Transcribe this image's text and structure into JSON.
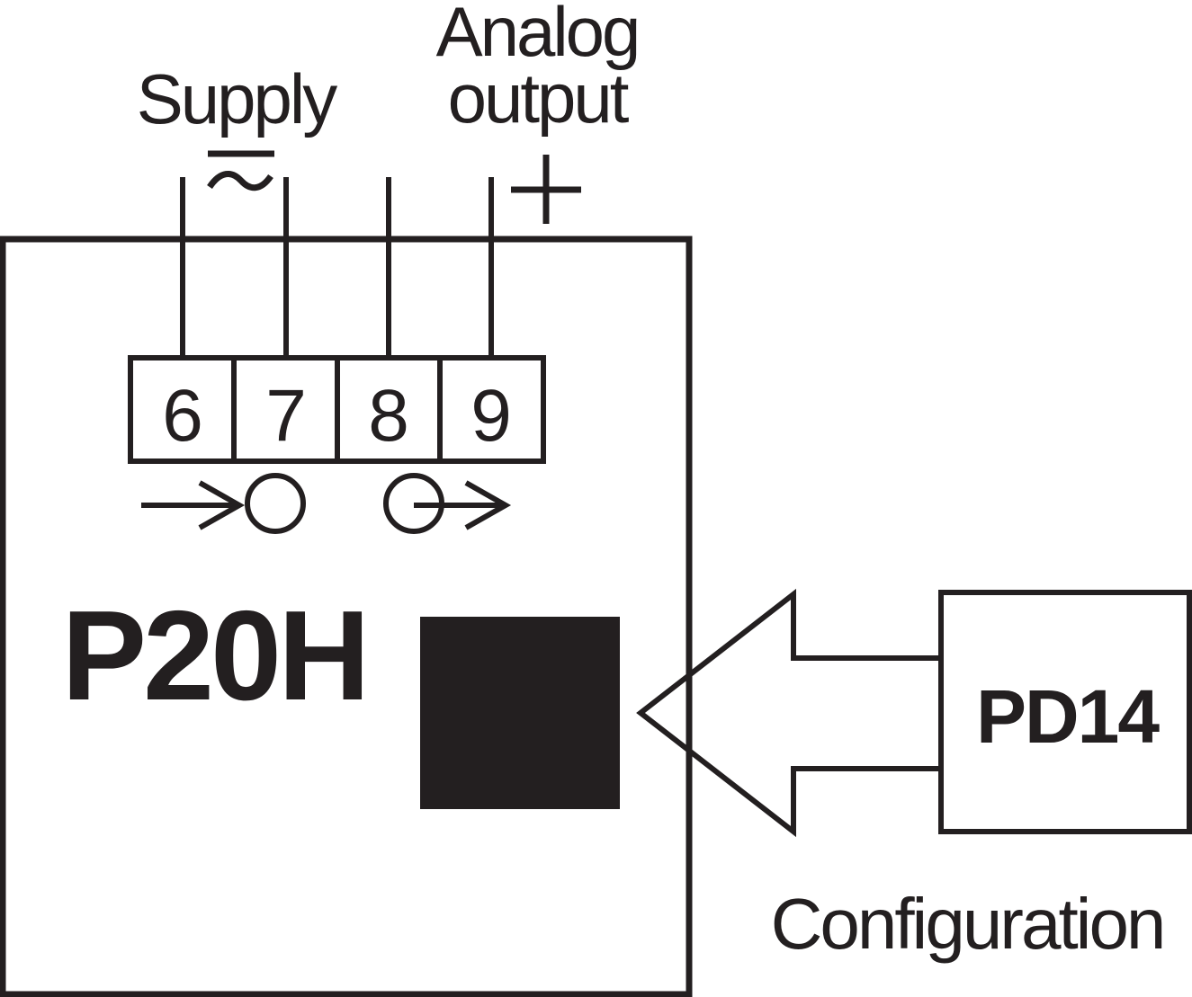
{
  "labels": {
    "supply": "Supply",
    "supply_symbol": "~",
    "analog_line1": "Analog",
    "analog_line2": "output",
    "plus": "+",
    "device": "P20H",
    "programmer": "PD14",
    "configuration": "Configuration"
  },
  "terminals": [
    {
      "number": "6"
    },
    {
      "number": "7"
    },
    {
      "number": "8"
    },
    {
      "number": "9"
    }
  ],
  "colors": {
    "ink": "#231f20",
    "background": "#ffffff"
  }
}
